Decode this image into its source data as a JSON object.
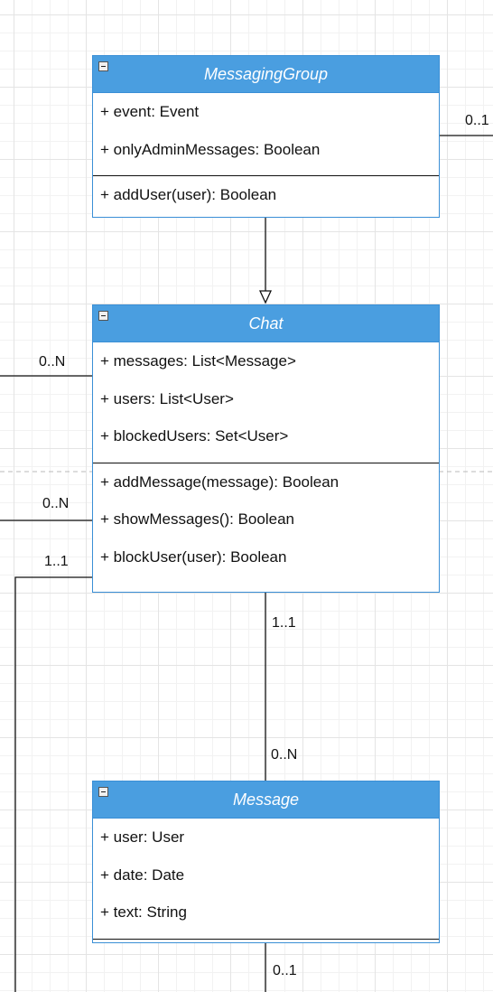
{
  "classes": {
    "messaging_group": {
      "name": "MessagingGroup",
      "attributes": [
        "+ event: Event",
        "+ onlyAdminMessages: Boolean"
      ],
      "methods": [
        "+ addUser(user): Boolean"
      ]
    },
    "chat": {
      "name": "Chat",
      "attributes": [
        "+ messages: List<Message>",
        "+ users: List<User>",
        "+ blockedUsers: Set<User>"
      ],
      "methods": [
        "+ addMessage(message): Boolean",
        "+ showMessages(): Boolean",
        "+ blockUser(user): Boolean"
      ]
    },
    "message": {
      "name": "Message",
      "attributes": [
        "+ user: User",
        "+ date: Date",
        "+ text: String"
      ],
      "methods": []
    }
  },
  "multiplicities": {
    "group_right": "0..1",
    "chat_left_top": "0..N",
    "chat_left_middle": "0..N",
    "chat_left_bottom": "1..1",
    "chat_bottom": "1..1",
    "message_top": "0..N",
    "message_bottom": "0..1"
  },
  "colors": {
    "header": "#4a9ee0",
    "border": "#3a8fd6",
    "line": "#111111",
    "grid": "#e4e4e4"
  }
}
